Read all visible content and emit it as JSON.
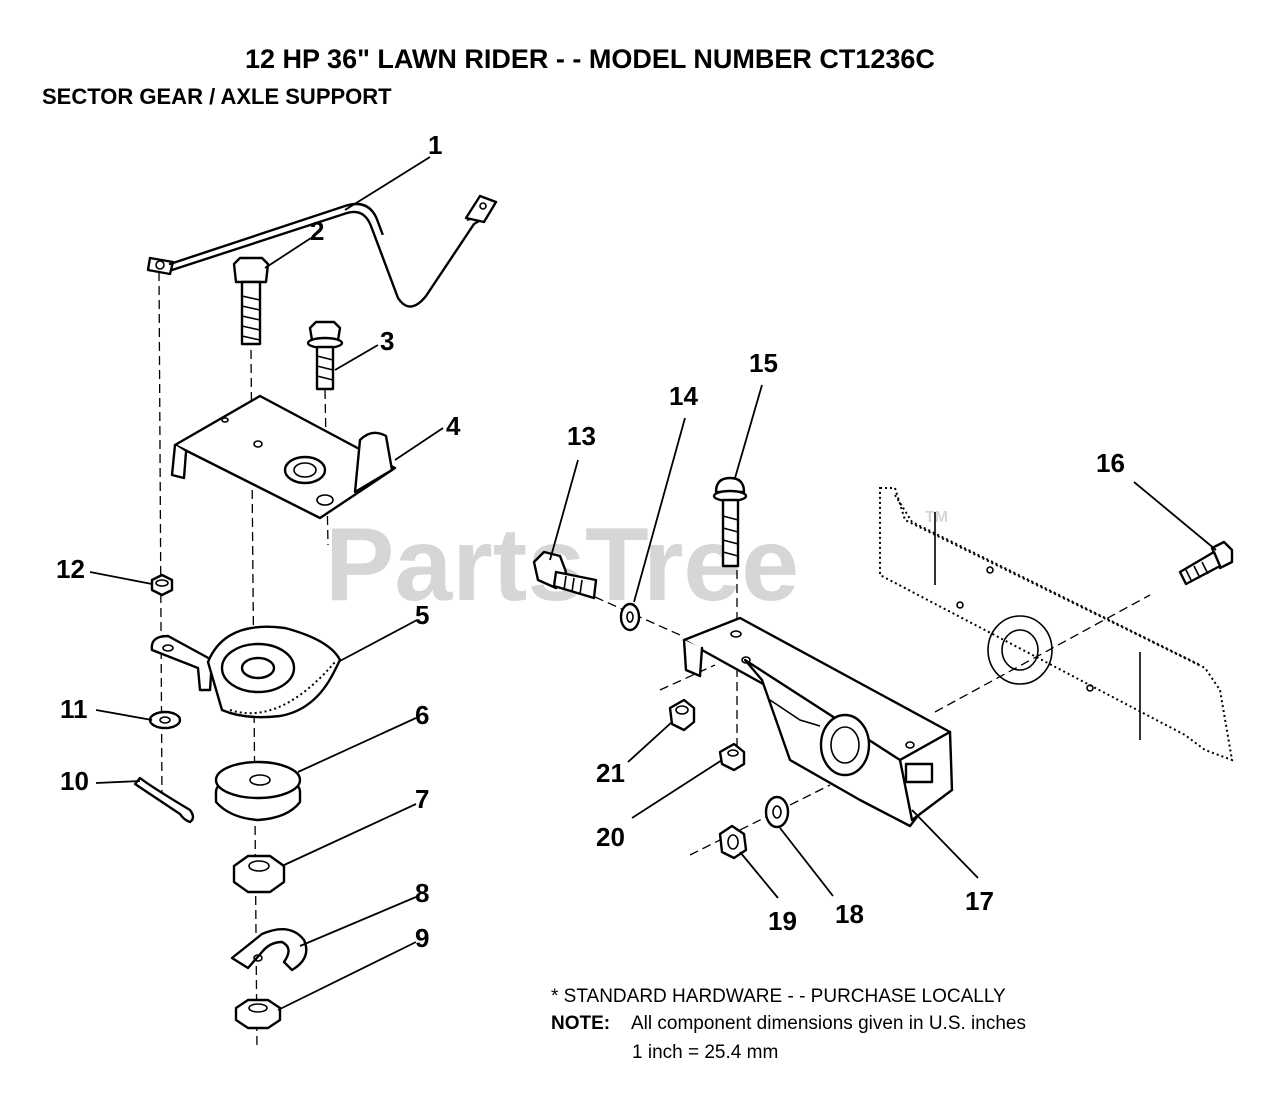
{
  "title": "12 HP 36\" LAWN RIDER - - MODEL NUMBER CT1236C",
  "subtitle": "SECTOR GEAR / AXLE SUPPORT",
  "watermark": "PartsTree",
  "trademark": "TM",
  "callouts": [
    "1",
    "2",
    "3",
    "4",
    "5",
    "6",
    "7",
    "8",
    "9",
    "10",
    "11",
    "12",
    "13",
    "14",
    "15",
    "16",
    "17",
    "18",
    "19",
    "20",
    "21"
  ],
  "notes": {
    "standard_hardware": "* STANDARD HARDWARE - - PURCHASE LOCALLY",
    "note_label": "NOTE:",
    "note_text": "All component dimensions given in U.S. inches",
    "conversion": "1 inch = 25.4 mm"
  },
  "colors": {
    "ink": "#000000",
    "watermark": "#d6d6d6",
    "background": "#ffffff"
  }
}
